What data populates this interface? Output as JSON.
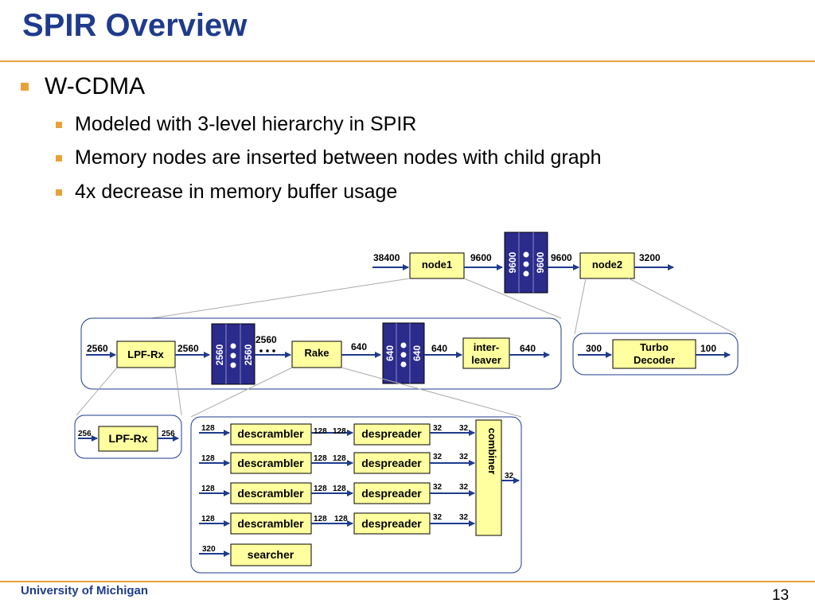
{
  "slide": {
    "title": "SPIR Overview",
    "bullet_main": "W-CDMA",
    "sub_bullets": [
      "Modeled with 3-level hierarchy in SPIR",
      "Memory nodes are inserted between nodes with child graph",
      "4x decrease in memory buffer usage"
    ],
    "footer_org": "University of Michigan",
    "page_number": "13"
  },
  "colors": {
    "title": "#1f3b8c",
    "accent": "#e8a23a",
    "node_fill": "#ffffa0",
    "memory_fill": "#2b2b8c",
    "border": "#000000"
  },
  "diagram": {
    "top": {
      "in_rate": "38400",
      "node1": "node1",
      "r1": "9600",
      "mem_label": "9600",
      "r2": "9600",
      "node2": "node2",
      "out_rate": "3200"
    },
    "mid": {
      "in_rate": "2560",
      "lpf": "LPF-Rx",
      "r1": "2560",
      "mem1_label": "2560",
      "r2": "2560",
      "rake": "Rake",
      "r3": "640",
      "mem2_label": "640",
      "r4": "640",
      "interleaver_l1": "inter-",
      "interleaver_l2": "leaver",
      "out_rate": "640"
    },
    "turbo": {
      "in_rate": "300",
      "node_l1": "Turbo",
      "node_l2": "Decoder",
      "out_rate": "100"
    },
    "lpf_detail": {
      "in_rate": "256",
      "node": "LPF-Rx",
      "out_rate": "256"
    },
    "rake_detail": {
      "descrambler": "descrambler",
      "despreader": "despreader",
      "searcher": "searcher",
      "in_rate": "128",
      "mid_out": "128",
      "mid_in": "128",
      "out1": "32",
      "out2": "32",
      "combiner_out": "32",
      "searcher_in": "320",
      "combiner_label": "combiner"
    }
  }
}
